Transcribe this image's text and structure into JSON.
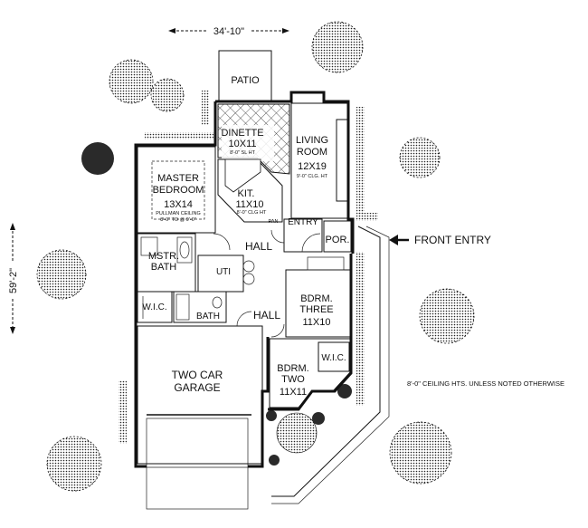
{
  "dimensions": {
    "width": "34'-10\"",
    "depth": "59'-2\""
  },
  "rooms": {
    "patio": "PATIO",
    "dinette": [
      "DINETTE",
      "10X11",
      "8'-0\" SL HT"
    ],
    "living": [
      "LIVING",
      "ROOM",
      "12X19",
      "9'-0\" CLG. HT"
    ],
    "master": [
      "MASTER",
      "BEDROOM",
      "13X14",
      "PULLMAN CEILING",
      "8'-0\" TO @ 9'-0\""
    ],
    "kitchen": [
      "KIT.",
      "11X10",
      "8'-0\" CLG HT"
    ],
    "pantry": "PAN",
    "entry": "ENTRY",
    "porch": "POR.",
    "hall_upper": "HALL",
    "hall_lower": "HALL",
    "mstr_bath": [
      "MSTR.",
      "BATH"
    ],
    "utility": "UTI",
    "wic_left": "W.I.C.",
    "bath": "BATH",
    "bdrm_three": [
      "BDRM.",
      "THREE",
      "11X10"
    ],
    "bdrm_two": [
      "BDRM.",
      "TWO",
      "11X11"
    ],
    "wic_right": "W.I.C.",
    "garage": [
      "TWO CAR",
      "GARAGE"
    ]
  },
  "front_entry": "FRONT ENTRY",
  "ceiling_note": "8'-0\" CEILING HTS. UNLESS NOTED OTHERWISE",
  "colors": {
    "ink": "#111111",
    "paper": "#ffffff"
  }
}
